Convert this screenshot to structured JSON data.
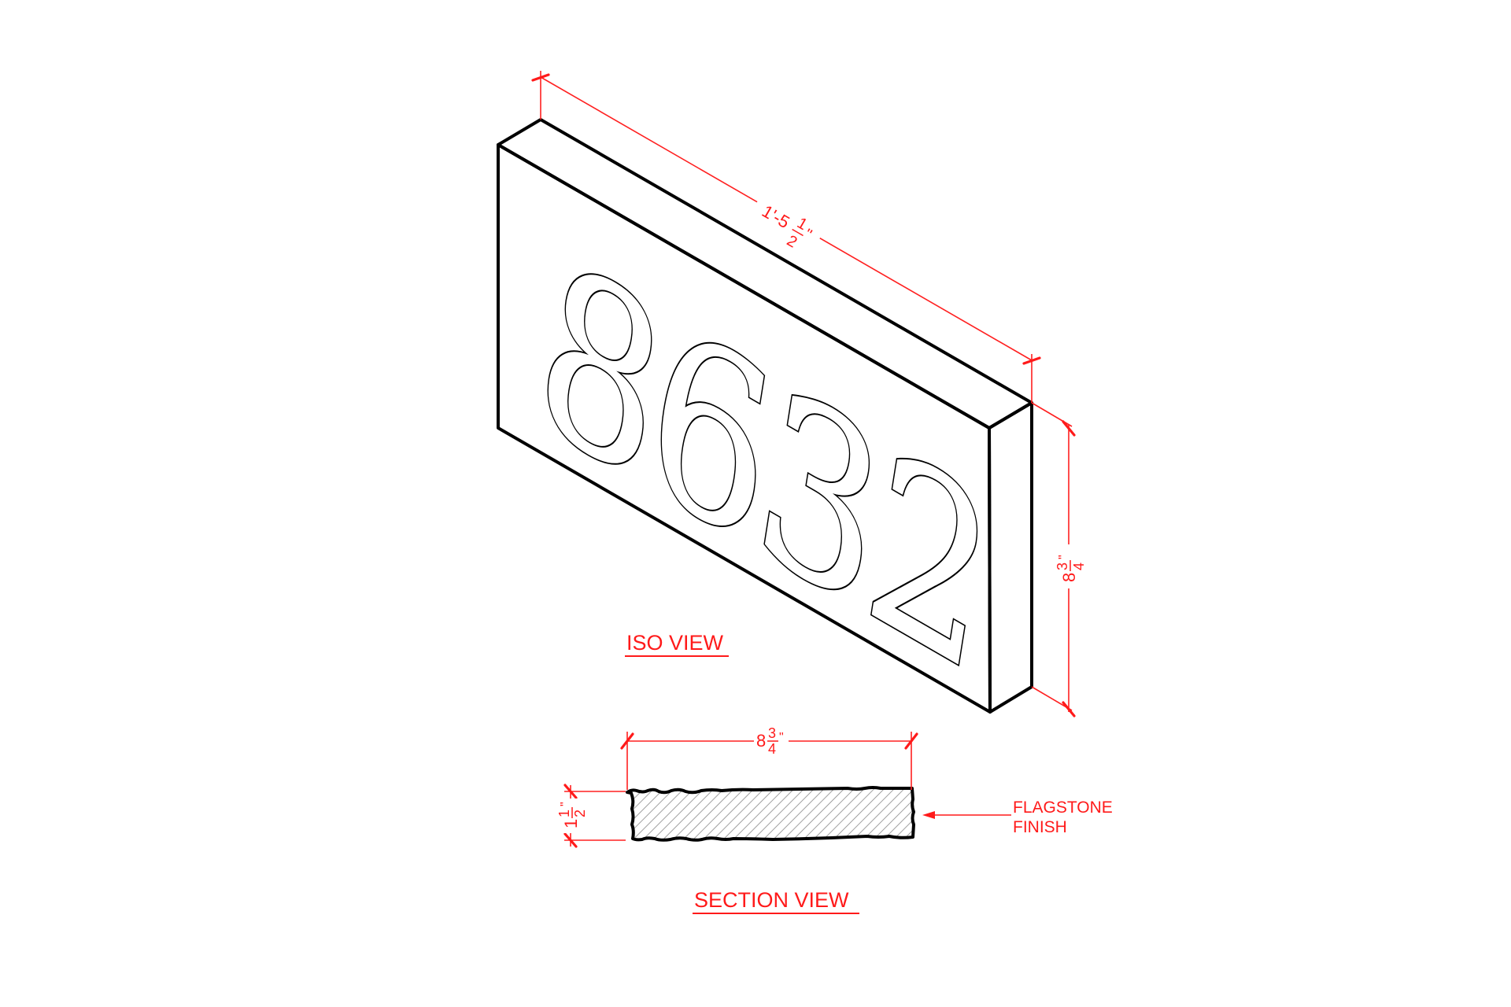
{
  "drawing": {
    "plaque_number": "8632",
    "iso_view": {
      "label": "ISO VIEW",
      "length_dim": {
        "whole": "1'-5",
        "num": "1",
        "den": "2",
        "unit": "\""
      },
      "height_dim": {
        "whole": "8",
        "num": "3",
        "den": "4",
        "unit": "\""
      }
    },
    "section_view": {
      "label": "SECTION VIEW",
      "width_dim": {
        "whole": "8",
        "num": "3",
        "den": "4",
        "unit": "\""
      },
      "thickness_dim": {
        "whole": "1",
        "num": "1",
        "den": "2",
        "unit": "\""
      },
      "callout": {
        "line1": "FLAGSTONE",
        "line2": "FINISH"
      }
    },
    "colors": {
      "object_line": "#000000",
      "dimension": "#ff1a1a",
      "background": "#ffffff"
    }
  }
}
